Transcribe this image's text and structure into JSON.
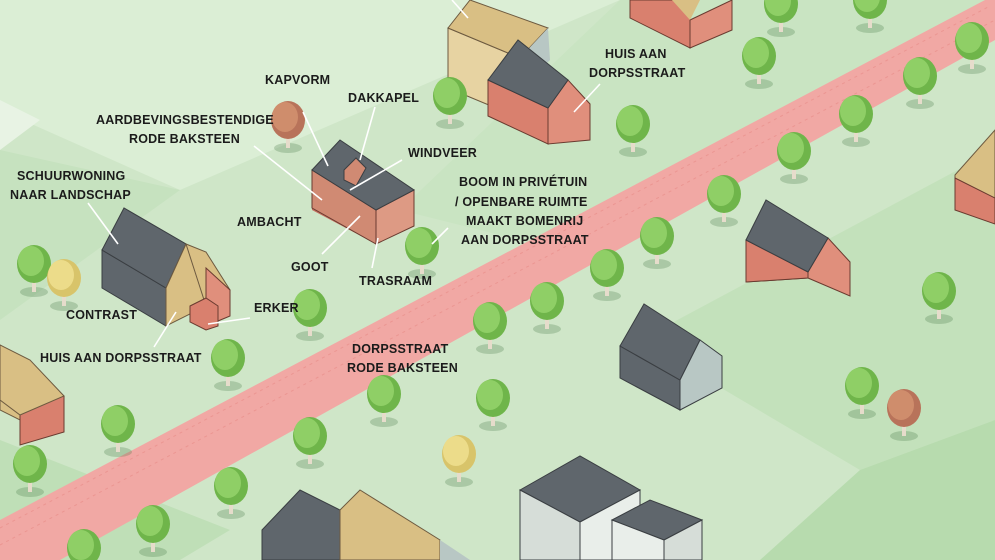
{
  "colors": {
    "field_light": "#d9ecd3",
    "field_mid": "#c5e2bd",
    "field_dark": "#b3d9ab",
    "road": "#f0a6a2",
    "road_line": "#e98f8b",
    "brick": "#d9806e",
    "brick_dark": "#c46f5f",
    "roof_grey": "#5f666c",
    "roof_tan": "#d9bf84",
    "wall_tan": "#e7d3a2",
    "wall_grey": "#b8c7c4",
    "tree_green": "#8fcf66",
    "tree_yellow": "#e9d880",
    "tree_red": "#c98766"
  },
  "labels": {
    "kapvorm": "KAPVORM",
    "dakkapel": "DAKKAPEL",
    "aardbeving_1": "AARDBEVINGSBESTENDIGE",
    "aardbeving_2": "RODE BAKSTEEN",
    "windveer": "WINDVEER",
    "schuur_1": "SCHUURWONING",
    "schuur_2": "NAAR LANDSCHAP",
    "ambacht": "AMBACHT",
    "goot": "GOOT",
    "trasraam": "TRASRAAM",
    "erker": "ERKER",
    "contrast": "CONTRAST",
    "huis_left": "HUIS AAN DORPSSTRAAT",
    "huis_top_1": "HUIS AAN",
    "huis_top_2": "DORPSSTRAAT",
    "boom_1": "BOOM IN PRIVÉTUIN",
    "boom_2": "/ OPENBARE RUIMTE",
    "boom_3": "MAAKT BOMENRIJ",
    "boom_4": "AAN DORPSSTRAAT",
    "straat_1": "DORPSSTRAAT",
    "straat_2": "RODE BAKSTEEN"
  }
}
